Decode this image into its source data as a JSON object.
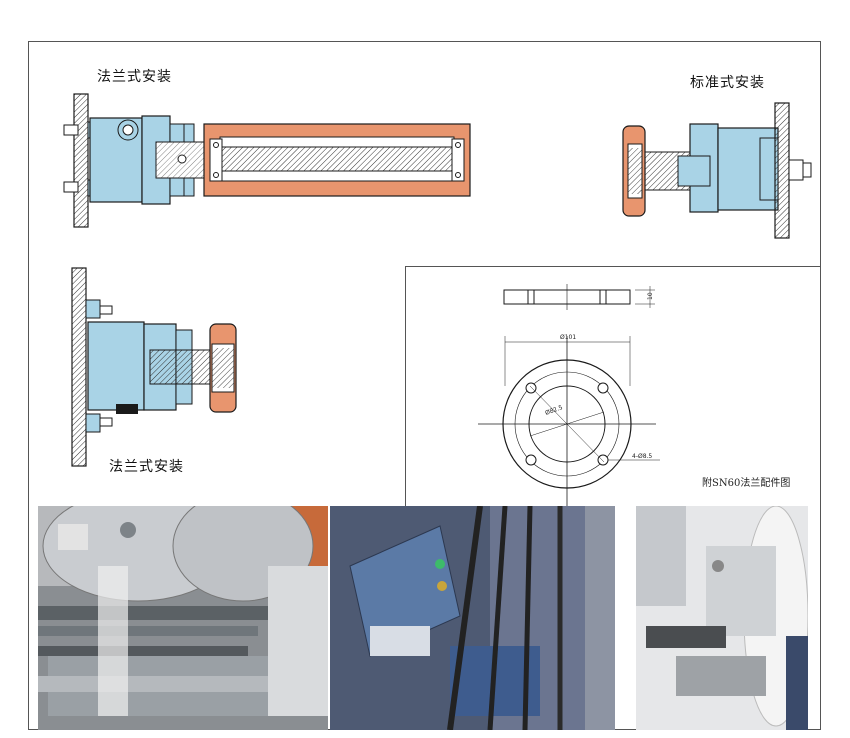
{
  "labels": {
    "flange_mount_top": "法兰式安装",
    "standard_mount": "标准式安装",
    "flange_mount_bottom": "法兰式安装"
  },
  "flange_drawing": {
    "caption": "附SN60法兰配件图",
    "dims": {
      "outer_diameter": "Ø101",
      "inner_diameter": "Ø82.5",
      "holes": "4-Ø8.5",
      "thickness": "10"
    }
  },
  "colors": {
    "part_blue": "#a9d3e6",
    "roller_orange": "#e8956e",
    "hatch_gray": "#7a7a7a",
    "line": "#1a1a1a"
  }
}
